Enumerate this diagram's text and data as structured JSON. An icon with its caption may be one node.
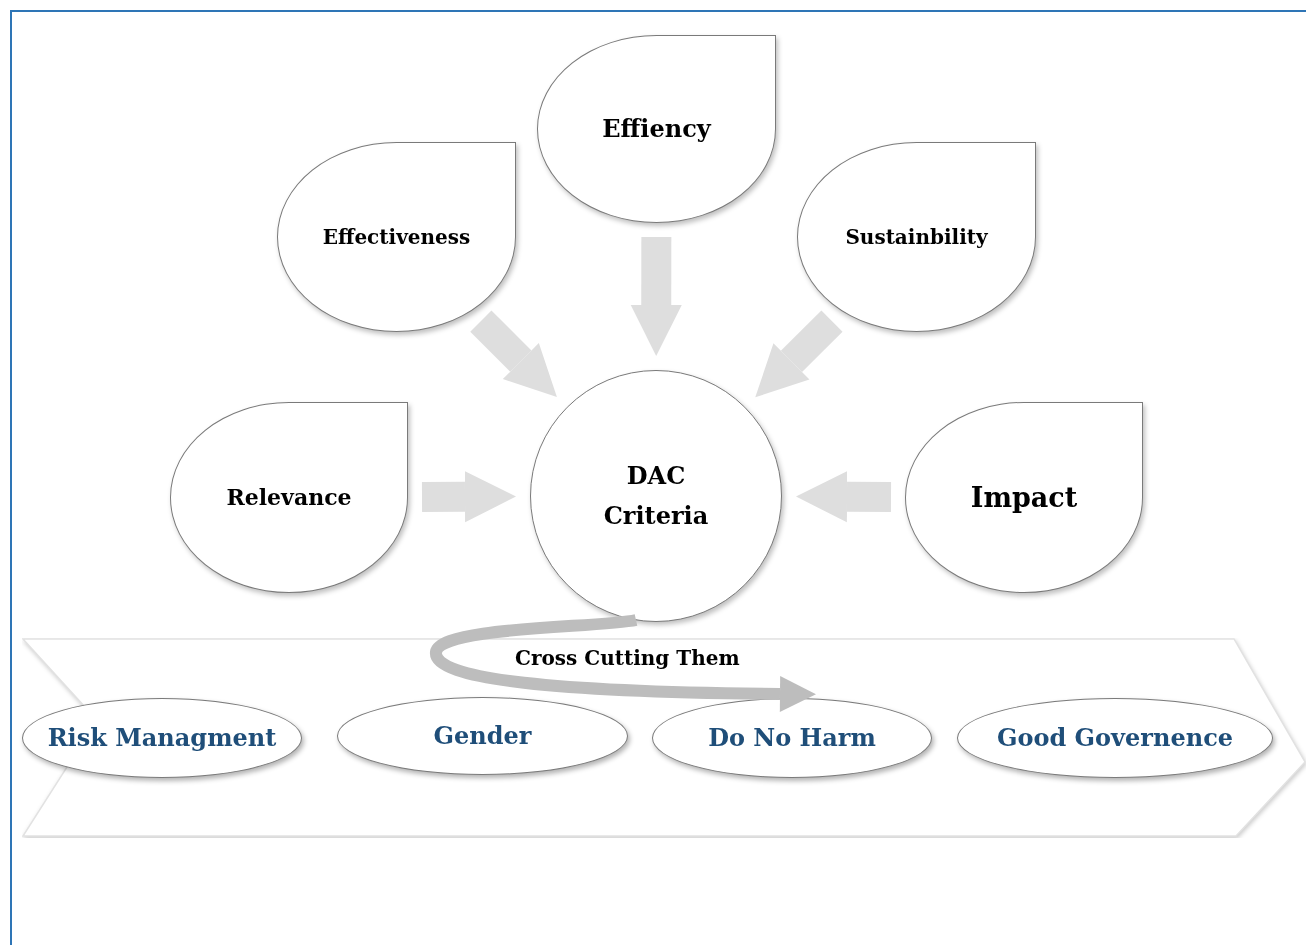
{
  "diagram": {
    "nodes": [
      {
        "text": [
          "Effiency"
        ]
      },
      {
        "text": [
          "Effectiveness"
        ]
      },
      {
        "text": [
          "Sustainbility"
        ]
      },
      {
        "text": [
          "Relevance"
        ]
      },
      {
        "text": [
          "DAC Criteria"
        ]
      },
      {
        "text": [
          "Impact"
        ]
      },
      {
        "text": [
          "Cross Cutting Them"
        ]
      },
      {
        "text": [
          "Risk Managment"
        ],
        "in": 6
      },
      {
        "text": [
          "Gender"
        ],
        "in": 6
      },
      {
        "text": [
          "Do No Harm"
        ],
        "in": 6
      },
      {
        "text": [
          "Good Governence"
        ],
        "in": 6
      }
    ],
    "edges": [
      {
        "from": 0,
        "to": 4,
        "arrow": "to"
      },
      {
        "from": 1,
        "to": 4,
        "arrow": "to"
      },
      {
        "from": 2,
        "to": 4,
        "arrow": "to"
      },
      {
        "from": 3,
        "to": 4,
        "arrow": "to"
      },
      {
        "from": 5,
        "to": 4,
        "arrow": "to"
      },
      {
        "from": 4,
        "to": 9,
        "arrow": "to",
        "color": "#bdbdbd"
      }
    ]
  }
}
